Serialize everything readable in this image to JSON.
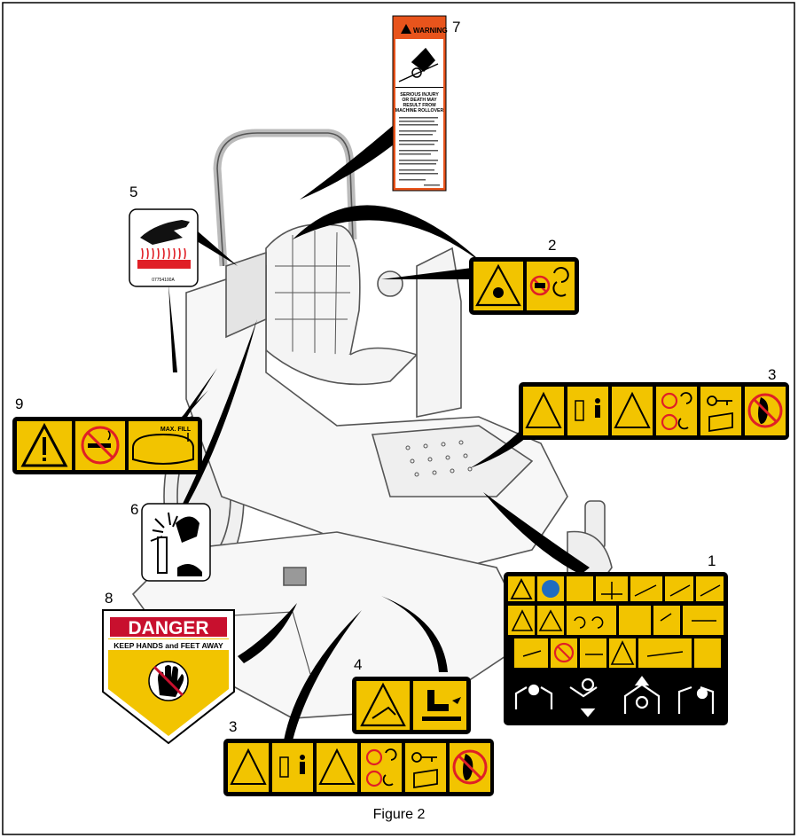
{
  "figure": {
    "caption": "Figure 2"
  },
  "callouts": [
    "7",
    "5",
    "2",
    "3",
    "9",
    "6",
    "1",
    "8",
    "4",
    "3"
  ],
  "decals": {
    "warning": {
      "header": "WARNING",
      "heading": [
        "SERIOUS INJURY",
        "OR DEATH MAY",
        "RESULT FROM",
        "MACHINE ROLLOVER"
      ]
    },
    "hot_surface": {
      "part_number": "07754100A"
    },
    "fill": {
      "label": "MAX. FILL"
    },
    "danger": {
      "title": "DANGER",
      "subtitle": "KEEP HANDS and FEET AWAY"
    }
  },
  "colors": {
    "yellow": "#f2c400",
    "warning_orange": "#e8541c",
    "danger_red": "#c8102e",
    "prohibit_red": "#e01f26",
    "machine_line": "#555555"
  }
}
